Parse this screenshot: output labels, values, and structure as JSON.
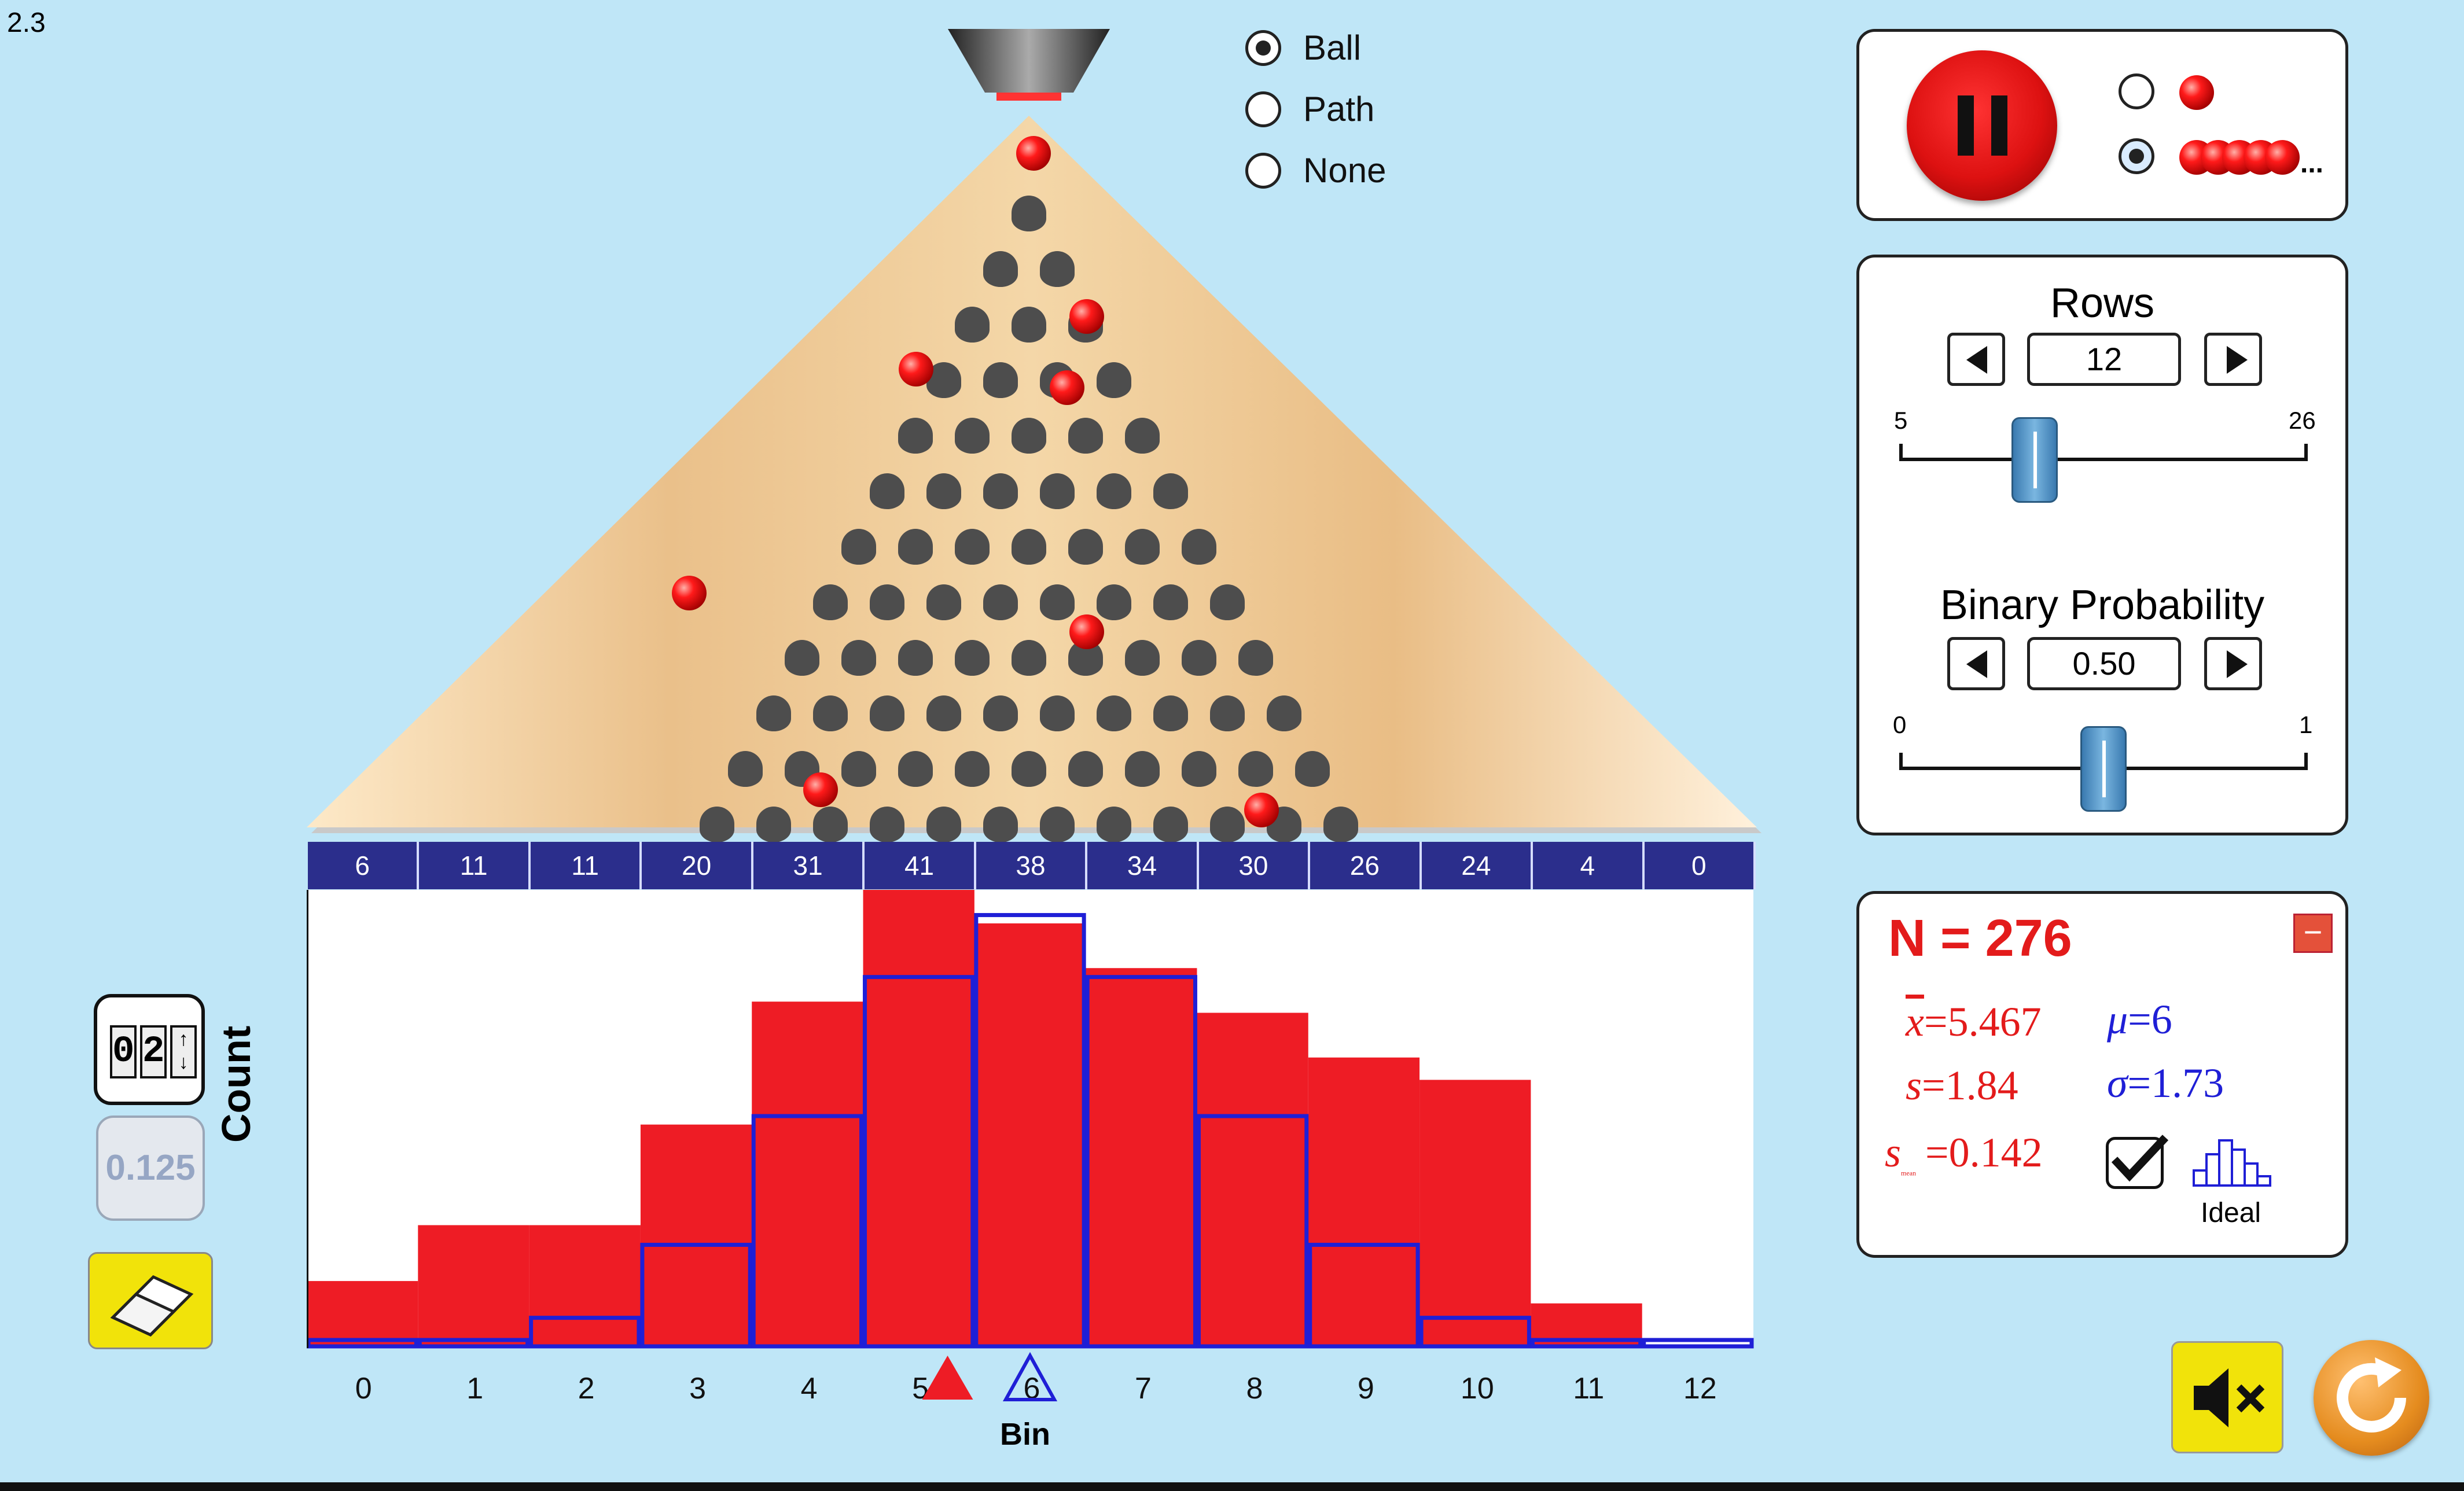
{
  "version": "2.3",
  "display_mode": {
    "options": [
      "Ball",
      "Path",
      "None"
    ],
    "selected": "Ball"
  },
  "drop_mode": {
    "options": [
      "single-ball",
      "continuous-balls"
    ],
    "selected": "continuous-balls",
    "ellipsis": "..."
  },
  "rows": {
    "title": "Rows",
    "value": "12",
    "min_label": "5",
    "max_label": "26",
    "slider_fraction": 0.33
  },
  "probability": {
    "title": "Binary Probability",
    "value": "0.50",
    "min_label": "0",
    "max_label": "1",
    "slider_fraction": 0.5
  },
  "stats": {
    "n_label": "N = 276",
    "mean_label": "x",
    "mean_value": "=5.467",
    "mu_label": "μ",
    "mu_value": "=6",
    "s_label": "s",
    "s_value": "=1.84",
    "sigma_label": "σ",
    "sigma_value": "=1.73",
    "smean_label": "s",
    "smean_sub": "mean",
    "smean_value": "=0.142",
    "ideal_label": "Ideal",
    "ideal_checked": true,
    "collapse_icon": "−"
  },
  "left_tools": {
    "counter_digits": [
      "0",
      "2"
    ],
    "probability_badge": "0.125"
  },
  "histogram": {
    "xlabel": "Bin",
    "ylabel": "Count",
    "bins": [
      "0",
      "1",
      "2",
      "3",
      "4",
      "5",
      "6",
      "7",
      "8",
      "9",
      "10",
      "11",
      "12"
    ],
    "counts": [
      6,
      11,
      11,
      20,
      31,
      41,
      38,
      34,
      30,
      26,
      24,
      4,
      0
    ],
    "ideal": [
      0.07,
      0.8,
      4.4,
      15.0,
      33.7,
      53.9,
      62.9,
      53.9,
      33.7,
      15.0,
      4.4,
      0.8,
      0.07
    ],
    "ymax_counts": 41,
    "mean_marker": 5.467,
    "mu_marker": 6,
    "colors": {
      "bar": "#ee1c25",
      "ideal_outline": "#1f1fd6",
      "header": "#2b2e8c"
    }
  },
  "colors": {
    "background": "#bfe6f7",
    "accent_red": "#d81e1e",
    "sound_button": "#f1e30a",
    "reset_button": "#e58c1f"
  },
  "icons": [
    "pause-icon",
    "mute-icon",
    "reset-icon",
    "eraser-icon",
    "counter-icon",
    "histogram-icon",
    "checkmark-icon"
  ]
}
